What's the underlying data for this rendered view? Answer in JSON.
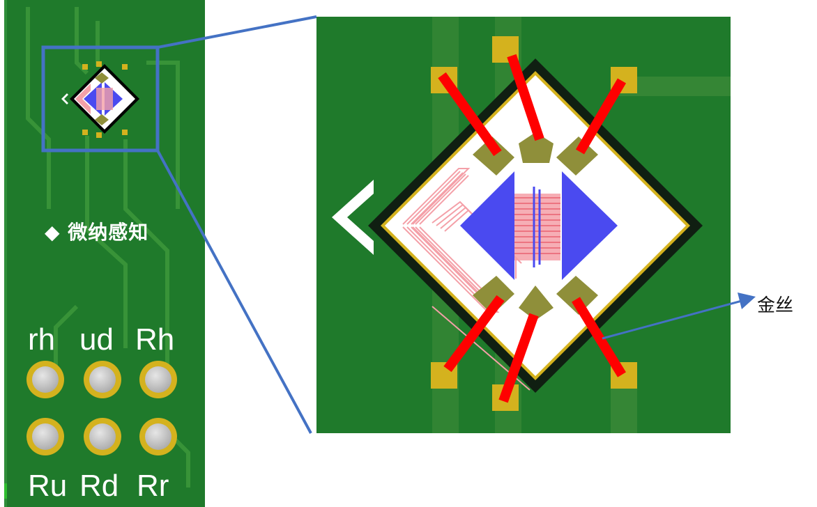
{
  "board": {
    "logo_text": "微纳感知",
    "pin_labels_top": [
      "rh",
      "ud",
      "Rh"
    ],
    "pin_labels_bottom": [
      "Ru",
      "Rd",
      "Rr"
    ]
  },
  "callout": {
    "label": "金丝"
  },
  "colors": {
    "pcb_green": "#1f7a2b",
    "trace_green": "#3f8c3a",
    "gold": "#d4b21e",
    "bond_wire": "#ff0000",
    "heater_pink": "#f4a0a8",
    "electrode_blue": "#4a4af0",
    "callout_blue": "#4472c4"
  }
}
